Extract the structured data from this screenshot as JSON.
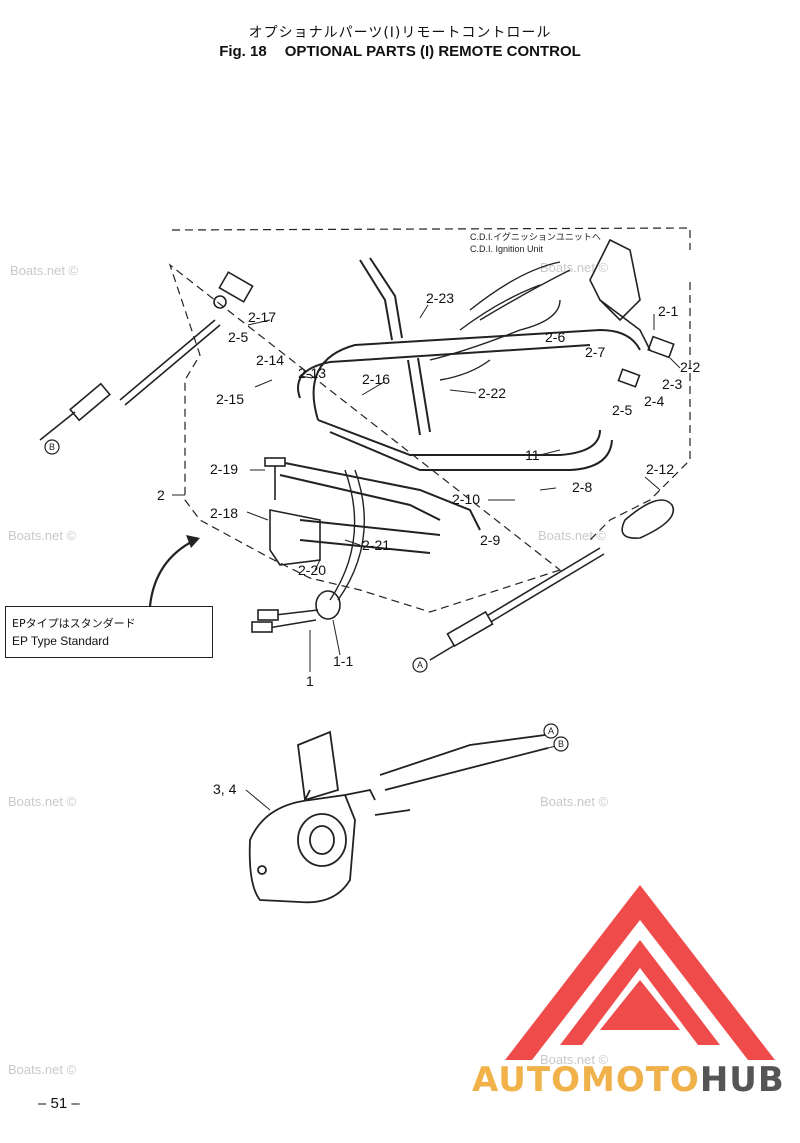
{
  "header": {
    "title_jp": "オプショナルパーツ(I)リモートコントロール",
    "fig_label": "Fig. 18",
    "title_en": "OPTIONAL PARTS (I) REMOTE CONTROL"
  },
  "part_labels": {
    "p2_17": "2-17",
    "p2_5a": "2-5",
    "p2_14": "2-14",
    "p2_13": "2-13",
    "p2_15": "2-15",
    "p2_16": "2-16",
    "p2_23": "2-23",
    "p2_22": "2-22",
    "p2_1": "2-1",
    "p2_6": "2-6",
    "p2_7": "2-7",
    "p2_2": "2-2",
    "p2_3": "2-3",
    "p2_4": "2-4",
    "p2_5b": "2-5",
    "p2_19": "2-19",
    "p2": "2",
    "p2_18": "2-18",
    "p2_21": "2-21",
    "p2_20": "2-20",
    "p11": "11",
    "p2_8": "2-8",
    "p2_10": "2-10",
    "p2_9": "2-9",
    "p2_12": "2-12",
    "p1_1": "1-1",
    "p1": "1",
    "p3_4": "3, 4"
  },
  "cable_markers": {
    "a1": "A",
    "b1": "B",
    "a2": "A",
    "b2": "B"
  },
  "cdi_note": {
    "jp": "C.D.I.イグニッションユニットへ",
    "en": "C.D.I. Ignition Unit"
  },
  "callout": {
    "jp": "EPタイプはスタンダード",
    "en": "EP Type Standard"
  },
  "watermark": "Boats.net ©",
  "page_number": "– 51 –",
  "brand": {
    "part1": "AUTO",
    "part2": "MOTO",
    "part3": "HUB"
  },
  "colors": {
    "brand_red": "#f04b4b",
    "brand_orange": "#f2b24a",
    "brand_gray": "#555555",
    "watermark": "#c9c9c9"
  }
}
